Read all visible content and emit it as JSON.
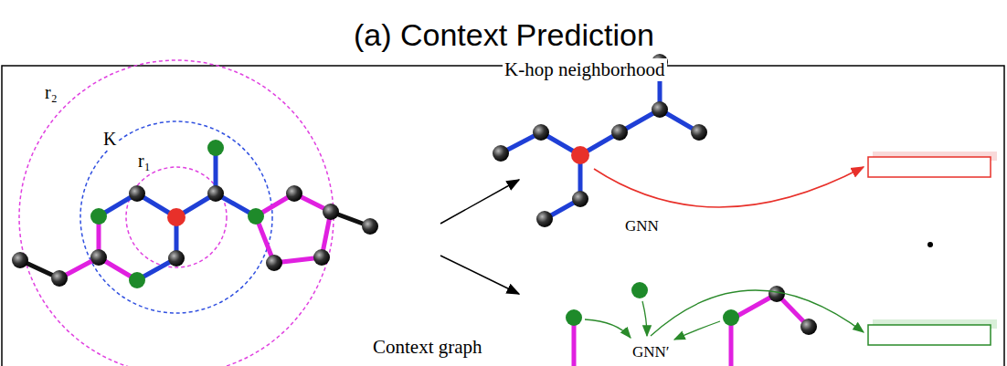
{
  "diagram": {
    "title": "(a) Context Prediction",
    "labels": [
      "r₂",
      "K",
      "r₁",
      "K-hop neighborhood",
      "GNN",
      "Context graph",
      "GNN′"
    ]
  }
}
